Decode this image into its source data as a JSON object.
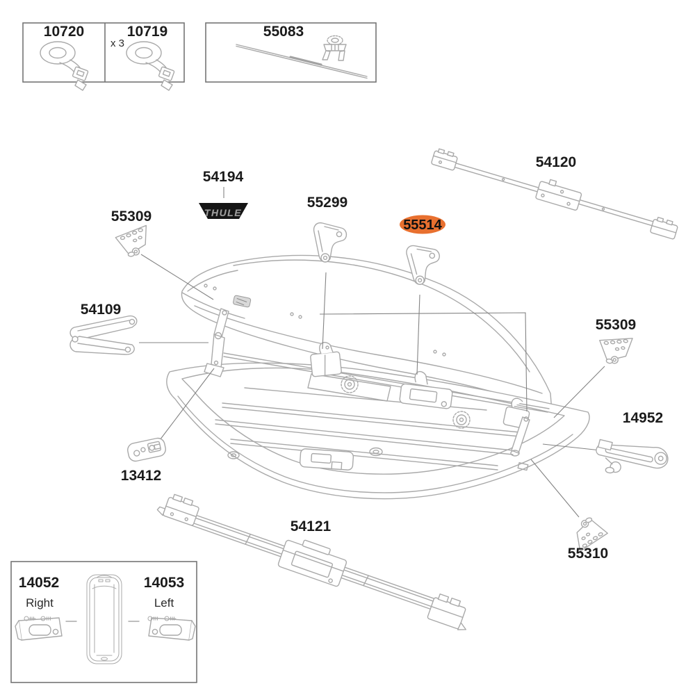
{
  "colors": {
    "highlight": "#e8702f",
    "label_text": "#1b1b1b",
    "line_art": "#a9a9a9",
    "leader_line": "#838383",
    "box_border": "#757575",
    "badge_bg": "#151515",
    "badge_text": "#a0a0a0"
  },
  "kit_boxes": {
    "straps_box": {
      "cells": [
        {
          "part_number": "10720"
        },
        {
          "part_number": "10719",
          "quantity": "x 3"
        }
      ]
    },
    "tension_rod_box": {
      "part_number": "55083"
    }
  },
  "brand_badge": {
    "part_number": "54194",
    "brand": "THULE"
  },
  "callouts": [
    {
      "part_number": "54120",
      "highlighted": false
    },
    {
      "part_number": "55299",
      "highlighted": false
    },
    {
      "part_number": "55514",
      "highlighted": true
    },
    {
      "part_number": "55309",
      "highlighted": false
    },
    {
      "part_number": "54109",
      "highlighted": false
    },
    {
      "part_number": "13412",
      "highlighted": false
    },
    {
      "part_number": "55309",
      "highlighted": false
    },
    {
      "part_number": "14952",
      "highlighted": false
    },
    {
      "part_number": "55310",
      "highlighted": false
    },
    {
      "part_number": "54121",
      "highlighted": false
    }
  ],
  "end_caps_box": {
    "right_cap": {
      "part_number": "14052",
      "side_label": "Right"
    },
    "left_cap": {
      "part_number": "14053",
      "side_label": "Left"
    }
  }
}
